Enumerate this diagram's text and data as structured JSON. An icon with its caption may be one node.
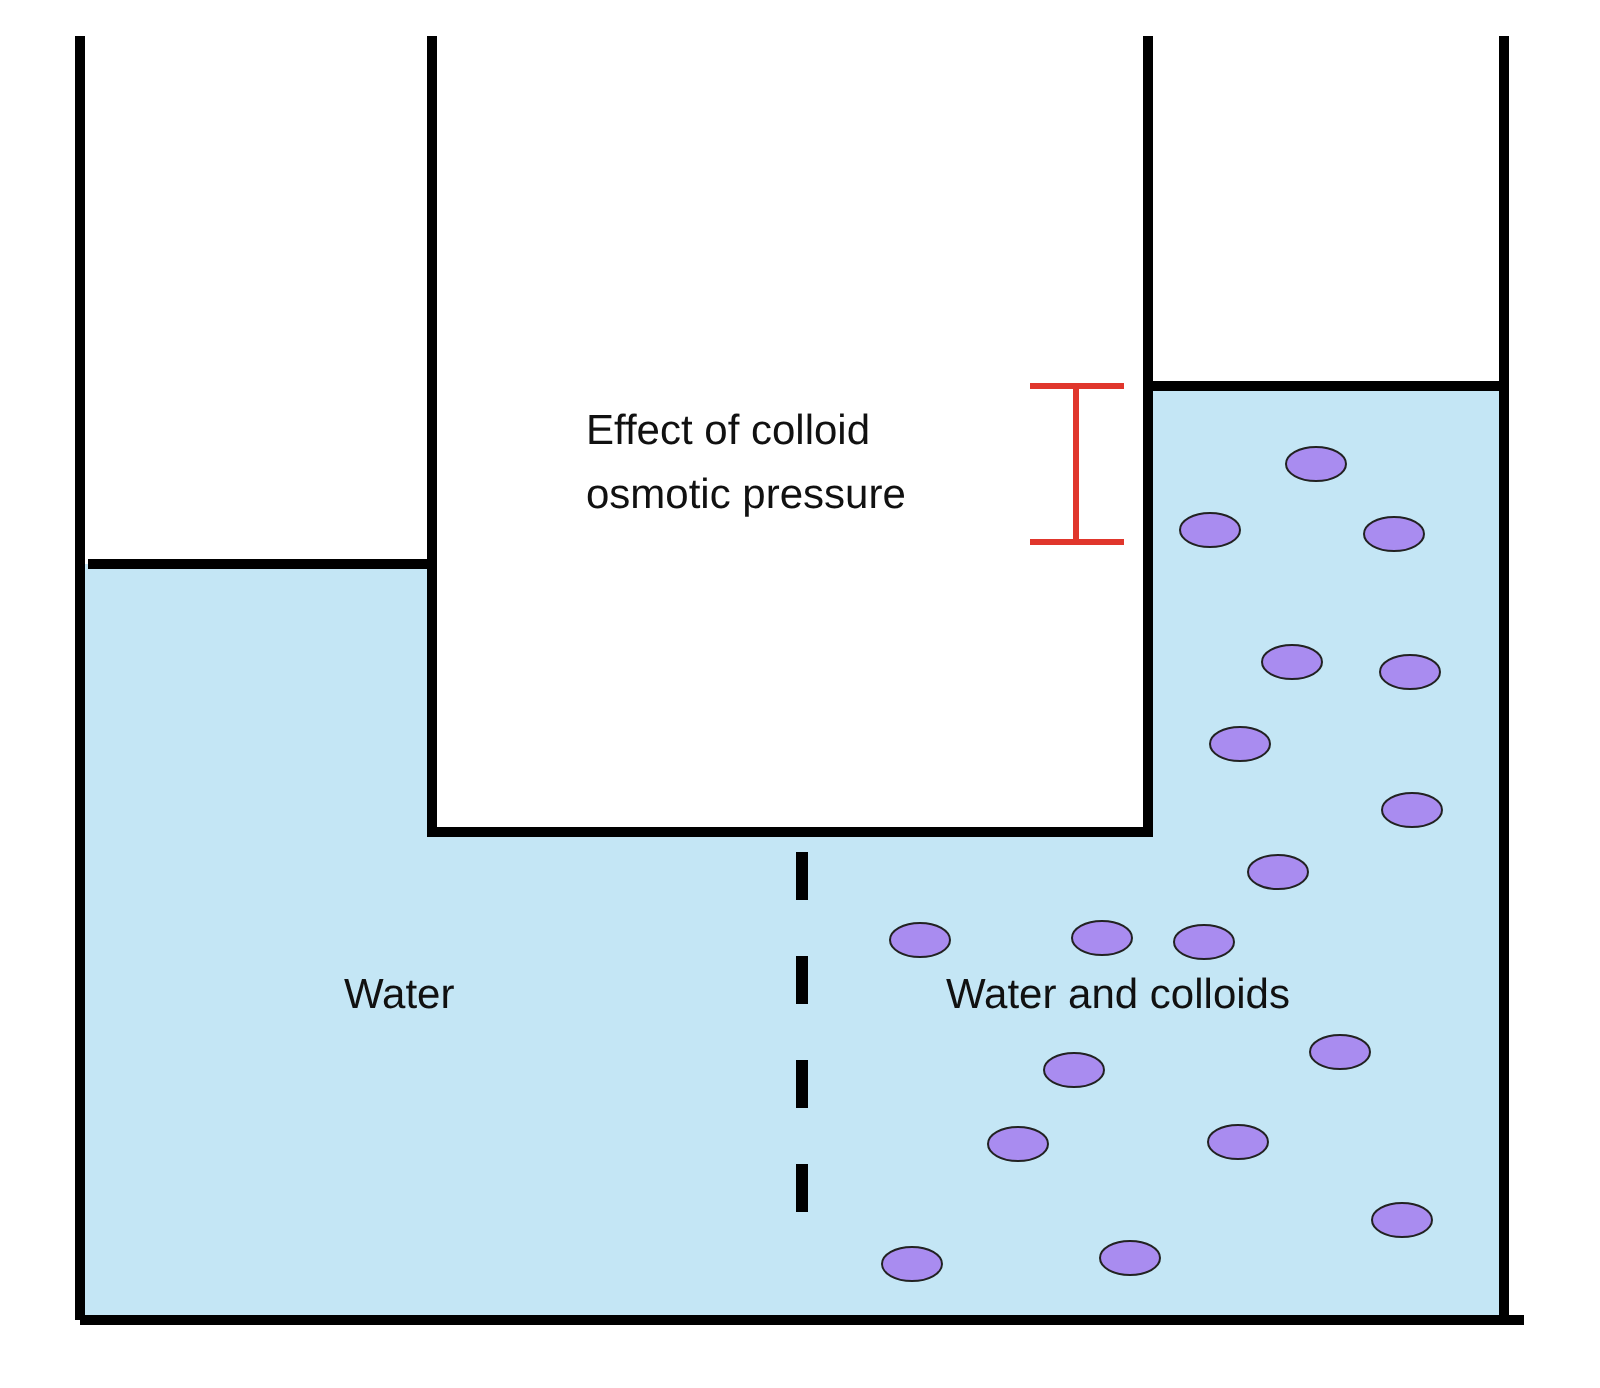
{
  "diagram": {
    "labels": [
      "Effect of colloid osmotic pressure",
      "Water",
      "Water and colloids"
    ]
  }
}
